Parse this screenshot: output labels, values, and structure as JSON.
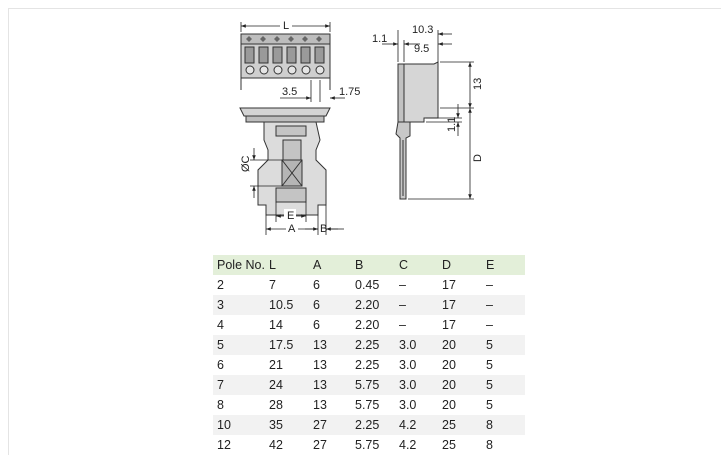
{
  "dimension_labels": {
    "L": "L",
    "pitch": "3.5",
    "offset": "1.75",
    "width_outer": "10.3",
    "width_inner": "9.5",
    "left_gap": "1.1",
    "height_13": "13",
    "height_1_1": "1.1",
    "D": "D",
    "C": "ØC",
    "E": "E",
    "A": "A",
    "B": "B"
  },
  "table": {
    "headers": [
      "Pole No.",
      "L",
      "A",
      "B",
      "C",
      "D",
      "E"
    ],
    "rows": [
      [
        "2",
        "7",
        "6",
        "0.45",
        "–",
        "17",
        "–"
      ],
      [
        "3",
        "10.5",
        "6",
        "2.20",
        "–",
        "17",
        "–"
      ],
      [
        "4",
        "14",
        "6",
        "2.20",
        "–",
        "17",
        "–"
      ],
      [
        "5",
        "17.5",
        "13",
        "2.25",
        "3.0",
        "20",
        "5"
      ],
      [
        "6",
        "21",
        "13",
        "2.25",
        "3.0",
        "20",
        "5"
      ],
      [
        "7",
        "24",
        "13",
        "5.75",
        "3.0",
        "20",
        "5"
      ],
      [
        "8",
        "28",
        "13",
        "5.75",
        "3.0",
        "20",
        "5"
      ],
      [
        "10",
        "35",
        "27",
        "2.25",
        "4.2",
        "25",
        "8"
      ],
      [
        "12",
        "42",
        "27",
        "5.75",
        "4.2",
        "25",
        "8"
      ]
    ]
  }
}
